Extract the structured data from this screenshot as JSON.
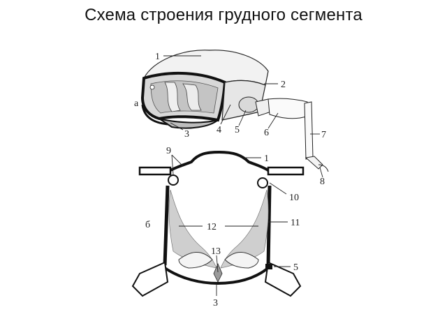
{
  "title": "Схема строения грудного сегмента",
  "view_a": {
    "letter": "а",
    "labels": [
      "1",
      "2",
      "3",
      "4",
      "5",
      "6",
      "7",
      "8"
    ]
  },
  "view_b": {
    "letter": "б",
    "labels": [
      "1",
      "9",
      "10",
      "11",
      "12",
      "13",
      "5",
      "3"
    ]
  }
}
